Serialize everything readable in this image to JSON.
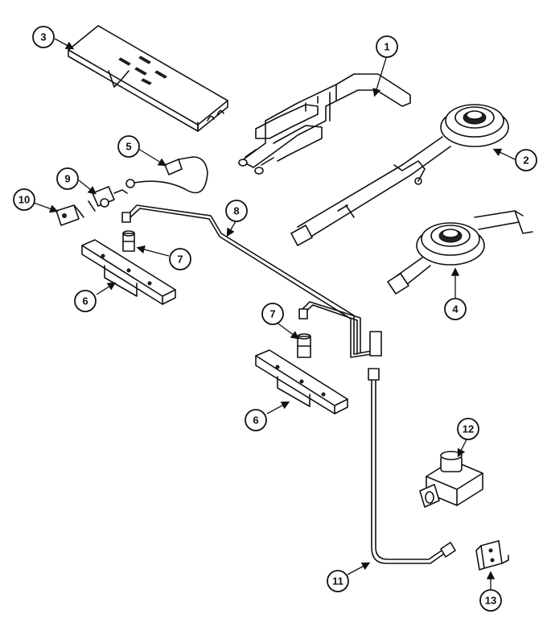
{
  "callouts": [
    {
      "id": "c1",
      "number": "1"
    },
    {
      "id": "c2",
      "number": "2"
    },
    {
      "id": "c3",
      "number": "3"
    },
    {
      "id": "c4",
      "number": "4"
    },
    {
      "id": "c5",
      "number": "5"
    },
    {
      "id": "c6a",
      "number": "6"
    },
    {
      "id": "c6b",
      "number": "6"
    },
    {
      "id": "c7a",
      "number": "7"
    },
    {
      "id": "c7b",
      "number": "7"
    },
    {
      "id": "c8",
      "number": "8"
    },
    {
      "id": "c9",
      "number": "9"
    },
    {
      "id": "c10",
      "number": "10"
    },
    {
      "id": "c11",
      "number": "11"
    },
    {
      "id": "c12",
      "number": "12"
    },
    {
      "id": "c13",
      "number": "13"
    }
  ]
}
